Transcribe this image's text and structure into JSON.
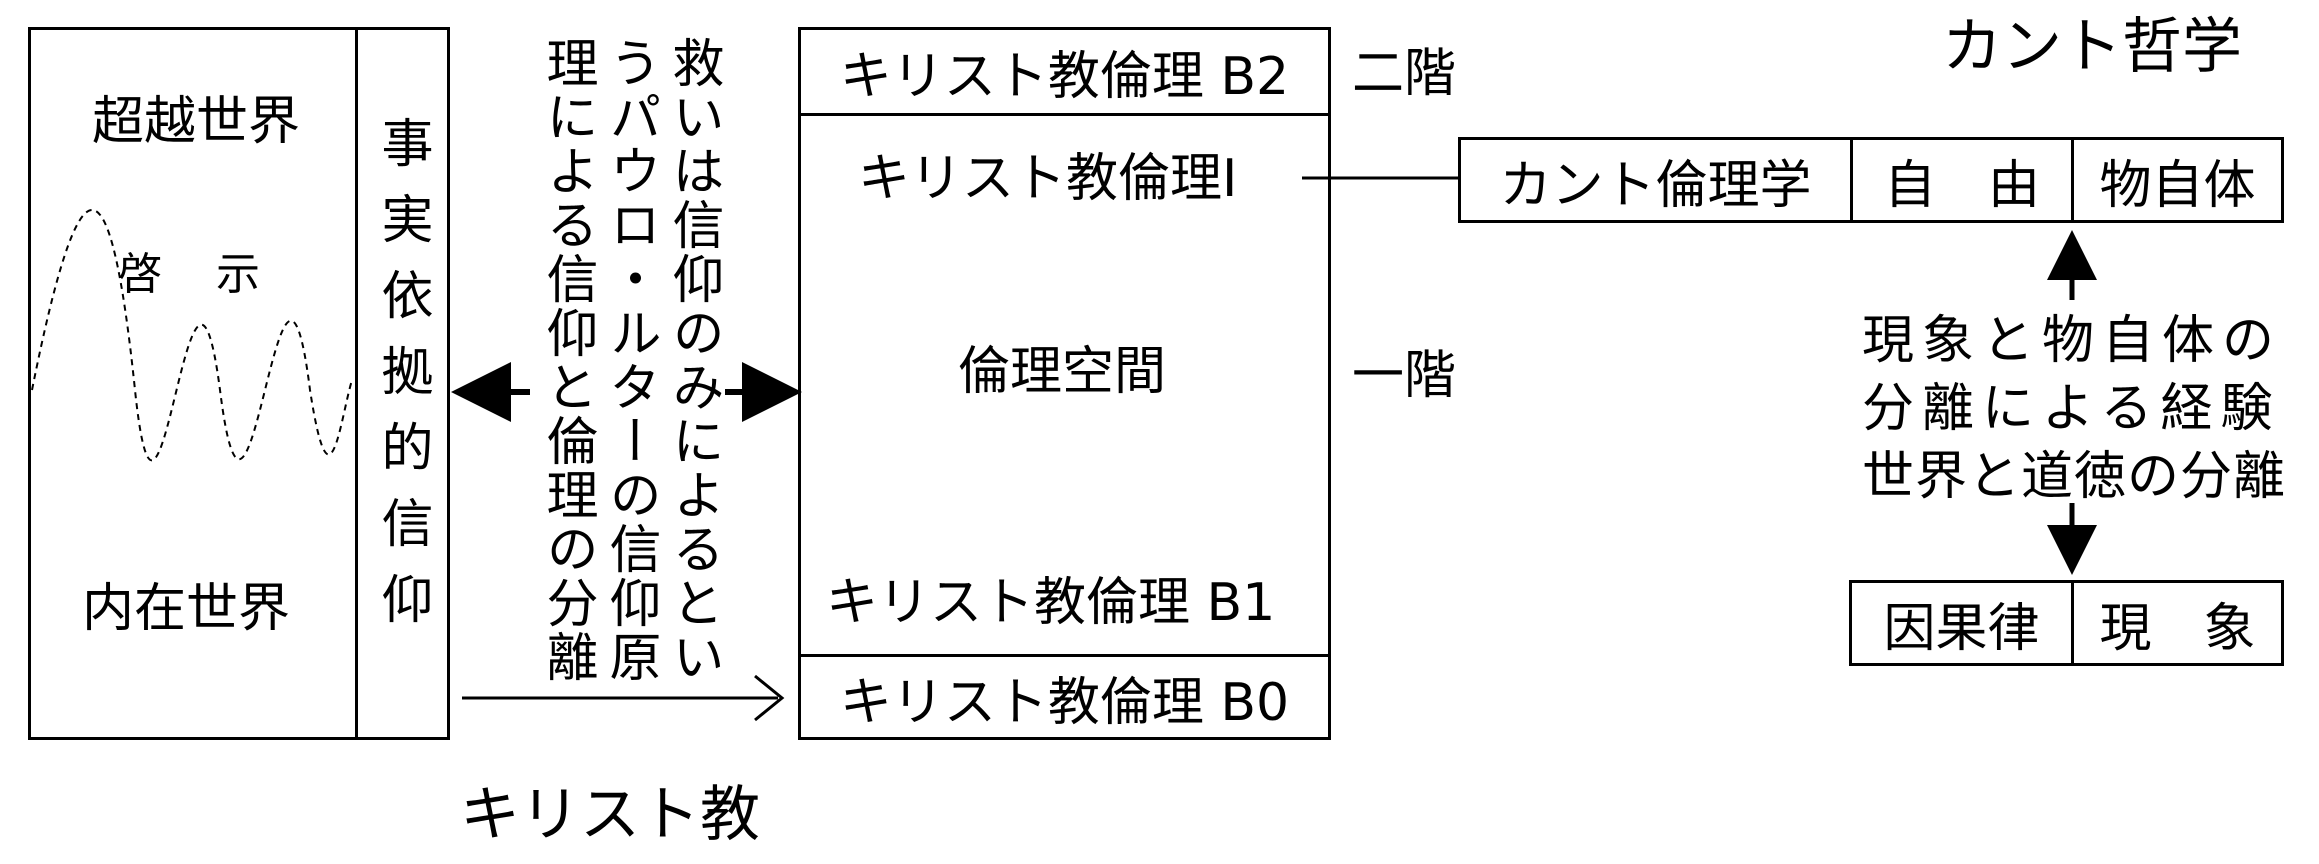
{
  "left_panel": {
    "transcendent_world": "超越世界",
    "revelation_1": "啓",
    "revelation_2": "示",
    "immanent_world": "内在世界",
    "factual_faith": "事実依拠的信仰"
  },
  "middle_text": {
    "col1": "救いは信仰のみによるとい",
    "col2": "うパウロ・ルターの信仰原",
    "col3": "理による信仰と倫理の分離"
  },
  "center": {
    "b2": "キリスト教倫理 B2",
    "ethics_one": "キリスト教倫理Ⅰ",
    "ethical_space": "倫理空間",
    "b1": "キリスト教倫理 B1",
    "b0": "キリスト教倫理 B0",
    "second_floor": "二階",
    "first_floor": "一階"
  },
  "bottom_label": "キリスト教",
  "kant": {
    "title": "カント哲学",
    "ethics": "カント倫理学",
    "freedom": "自　由",
    "thing_in_itself": "物自体",
    "separation_line1": "現象と物自体の",
    "separation_line2": "分離による経験",
    "separation_line3": "世界と道徳の分離",
    "causality": "因果律",
    "phenomenon": "現　象"
  }
}
